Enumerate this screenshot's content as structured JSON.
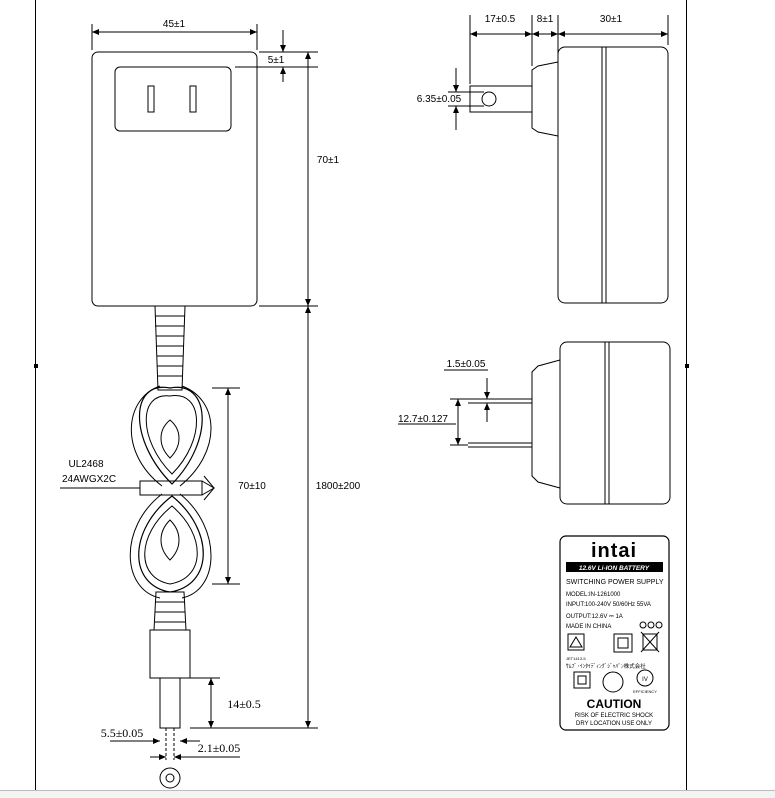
{
  "front_view": {
    "width": "45±1",
    "height": "70±1",
    "pin_offset": "5±1"
  },
  "cable": {
    "spec_line1": "UL2468",
    "spec_line2": "24AWGX2C",
    "coil_length": "70±10",
    "total_length": "1800±200",
    "plug_length": "14±0.5",
    "plug_outer_diameter": "5.5±0.05",
    "plug_inner_diameter": "2.1±0.05"
  },
  "side_view": {
    "pin_length": "17±0.5",
    "base_thickness": "8±1",
    "body_depth": "30±1",
    "pin_hole": "6.35±0.05"
  },
  "bottom_view": {
    "pin_thickness": "1.5±0.05",
    "pin_spacing": "12.7±0.127"
  },
  "label": {
    "brand": "intai",
    "battery_banner": "12.6V Li-ION BATTERY",
    "product": "SWITCHING POWER SUPPLY",
    "model": "MODEL:IN-1261000",
    "input": "INPUT:100-240V 50/60Hz 55VA",
    "output": "OUTPUT:12.6V ⎓ 1A",
    "origin": "MADE IN CHINA",
    "cert_code": "JET1413-5",
    "japanese": "ｻﾑﾌﾞ･ｲﾝﾀｲﾃﾞｨﾝｸﾞｼﾞｬﾊﾟﾝ株式会社",
    "efficiency_mark": "IV",
    "efficiency_label": "EFFICIENCY",
    "caution_title": "CAUTION",
    "caution_line1": "RISK OF ELECTRIC SHOCK",
    "caution_line2": "DRY LOCATION USE ONLY"
  }
}
